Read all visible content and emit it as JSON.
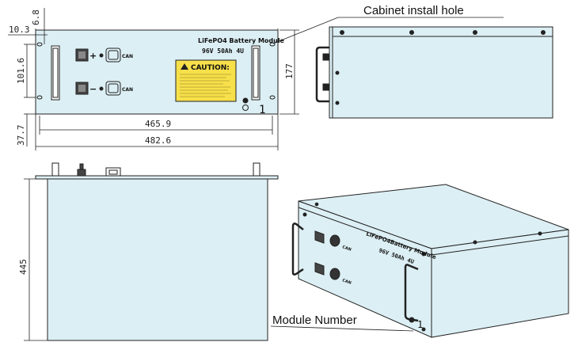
{
  "callouts": {
    "install_hole": "Cabinet install hole",
    "module_number": "Module Number"
  },
  "front": {
    "brand": "LiFePO4 Battery Module",
    "rating": "96V   50Ah   4U",
    "port_label": "CAN",
    "positive_symbol": "+",
    "negative_symbol": "−",
    "caution_title": "CAUTION:",
    "module_no": "1"
  },
  "iso": {
    "brand": "LiFePO4Battery Module",
    "rating": "96V  50Ah  4U",
    "port_label": "CAN",
    "module_no": "1"
  },
  "dimensions": {
    "top_offset": "6.8",
    "side_offset": "10.3",
    "handle_pitch": "101.6",
    "bottom_offset": "37.7",
    "hole_span": "465.9",
    "overall_width": "482.6",
    "panel_height": "177",
    "depth": "445"
  },
  "colors": {
    "panel_fill": "#dcefF4",
    "line": "#222222",
    "caution_yellow": "#f7e04a"
  }
}
